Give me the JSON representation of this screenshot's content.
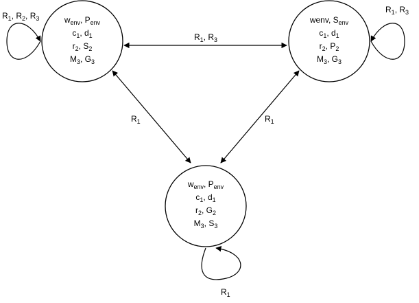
{
  "states": [
    {
      "id": "top-left",
      "lines": [
        [
          [
            "w",
            ""
          ],
          [
            "env",
            "sub"
          ],
          [
            ", P",
            ""
          ],
          [
            "env",
            "sub"
          ]
        ],
        [
          [
            "c",
            ""
          ],
          [
            "1",
            "sub"
          ],
          [
            ", d",
            ""
          ],
          [
            "1",
            "sub"
          ]
        ],
        [
          [
            "r",
            ""
          ],
          [
            "2",
            "sub"
          ],
          [
            ", S",
            ""
          ],
          [
            "2",
            "sub"
          ]
        ],
        [
          [
            "M",
            ""
          ],
          [
            "3",
            "sub"
          ],
          [
            ", G",
            ""
          ],
          [
            "3",
            "sub"
          ]
        ]
      ],
      "self_loop": [
        [
          "R",
          ""
        ],
        [
          "1",
          "sub"
        ],
        [
          ", R",
          ""
        ],
        [
          "2",
          "sub"
        ],
        [
          ", R",
          ""
        ],
        [
          "3",
          "sub"
        ]
      ]
    },
    {
      "id": "top-right",
      "lines": [
        [
          [
            "wenv",
            ""
          ],
          [
            ", S",
            ""
          ],
          [
            "env",
            "sub"
          ]
        ],
        [
          [
            "c",
            ""
          ],
          [
            "1",
            "sub"
          ],
          [
            ", d",
            ""
          ],
          [
            "1",
            "sub"
          ]
        ],
        [
          [
            "r",
            ""
          ],
          [
            "2",
            "sub"
          ],
          [
            ", P",
            ""
          ],
          [
            "2",
            "sub"
          ]
        ],
        [
          [
            "M",
            ""
          ],
          [
            "3",
            "sub"
          ],
          [
            ", G",
            ""
          ],
          [
            "3",
            "sub"
          ]
        ]
      ],
      "self_loop": [
        [
          "R",
          ""
        ],
        [
          "1",
          "sub"
        ],
        [
          ", R",
          ""
        ],
        [
          "3",
          "sub"
        ]
      ]
    },
    {
      "id": "bottom",
      "lines": [
        [
          [
            "w",
            ""
          ],
          [
            "env",
            "sub"
          ],
          [
            ", P",
            ""
          ],
          [
            "env",
            "sub"
          ]
        ],
        [
          [
            "c",
            ""
          ],
          [
            "1",
            "sub"
          ],
          [
            ", d",
            ""
          ],
          [
            "1",
            "sub"
          ]
        ],
        [
          [
            "r",
            ""
          ],
          [
            "2",
            "sub"
          ],
          [
            ", G",
            ""
          ],
          [
            "2",
            "sub"
          ]
        ],
        [
          [
            "M",
            ""
          ],
          [
            "3",
            "sub"
          ],
          [
            ", S",
            ""
          ],
          [
            "3",
            "sub"
          ]
        ]
      ],
      "self_loop": [
        [
          "R",
          ""
        ],
        [
          "1",
          "sub"
        ]
      ]
    }
  ],
  "edges": [
    {
      "id": "top-left-to-top-right",
      "label": [
        [
          "R",
          ""
        ],
        [
          "1",
          "sub"
        ],
        [
          ", R",
          ""
        ],
        [
          "3",
          "sub"
        ]
      ]
    },
    {
      "id": "top-left-to-bottom",
      "label": [
        [
          "R",
          ""
        ],
        [
          "1",
          "sub"
        ]
      ]
    },
    {
      "id": "top-right-to-bottom",
      "label": [
        [
          "R",
          ""
        ],
        [
          "1",
          "sub"
        ]
      ]
    }
  ],
  "colors": {
    "stroke": "#000000",
    "background": "#ffffff"
  }
}
